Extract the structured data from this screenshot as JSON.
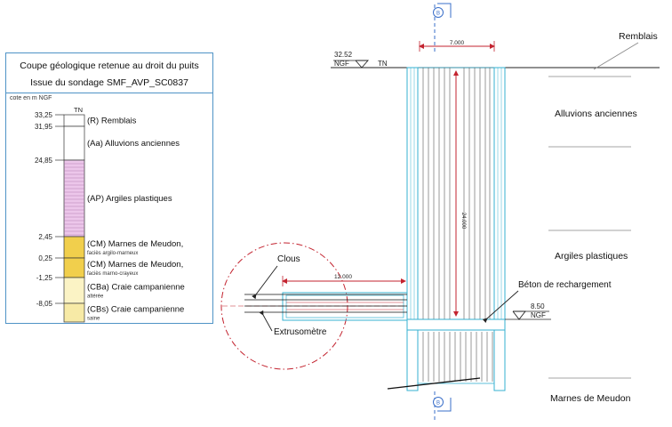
{
  "legend": {
    "title_line1": "Coupe géologique retenue au droit du puits",
    "title_line2": "Issue du sondage SMF_AVP_SC0837",
    "unit_label": "cote en m NGF",
    "column_top_label": "TN",
    "levels": [
      "33,25",
      "31,95",
      "24,85",
      "2,45",
      "0,25",
      "-1,25",
      "-8,05"
    ],
    "layers": [
      {
        "name": "(R) Remblais",
        "sub": "",
        "color": "#ffffff"
      },
      {
        "name": "(Aa) Alluvions anciennes",
        "sub": "",
        "color": "#ffffff"
      },
      {
        "name": "(AP) Argiles plastiques",
        "sub": "",
        "color": "#ecc6ea"
      },
      {
        "name": "(CM) Marnes de Meudon,",
        "sub": "faciès argilo-marneux",
        "color": "#f1cf4c"
      },
      {
        "name": "(CM) Marnes de Meudon,",
        "sub": "faciès marno-crayeux",
        "color": "#f1cf4c"
      },
      {
        "name": "(CBa) Craie campanienne",
        "sub": "altérée",
        "color": "#fbf3c5"
      },
      {
        "name": "(CBs) Craie campanienne",
        "sub": "saine",
        "color": "#f7eaa6"
      }
    ]
  },
  "section": {
    "section_marker": "B",
    "top_level_value": "32.52",
    "top_level_ngf": "NGF",
    "top_level_tn": "TN",
    "bottom_level_value": "8.50",
    "bottom_level_ngf": "NGF",
    "width_dim": "7.000",
    "height_dim": "24.000",
    "nail_length_dim": "12.000",
    "labels": {
      "remblais": "Remblais",
      "alluvions": "Alluvions anciennes",
      "argiles": "Argiles plastiques",
      "marnes": "Marnes de Meudon",
      "beton": "Béton de rechargement",
      "clous": "Clous",
      "extrusometre": "Extrusomètre"
    }
  },
  "colors": {
    "panel_border": "#4f93c6",
    "drawing_cyan": "#36b0d0",
    "section_red": "#c3232f",
    "section_blue": "#3a6fc9"
  }
}
